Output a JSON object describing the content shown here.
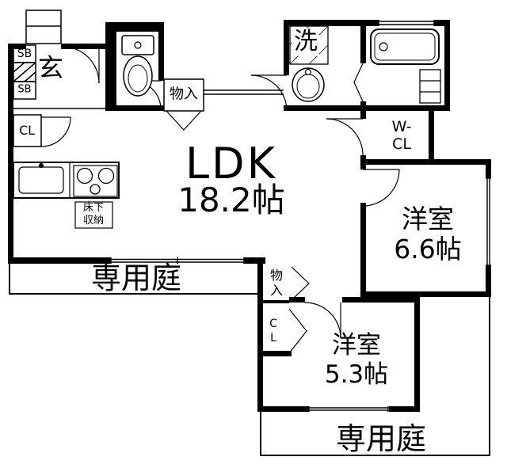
{
  "floorplan": {
    "entrance": {
      "room_label": "玄",
      "shoe_box_upper": "SB",
      "shoe_box_lower": "SB",
      "closet_label": "CL"
    },
    "hall_storage_label": "物入",
    "laundry_label": "洗",
    "ldk": {
      "name": "LDK",
      "size": "18.2帖"
    },
    "walk_in_closet": {
      "line1": "W-",
      "line2": "CL"
    },
    "bedroom_main": {
      "name": "洋室",
      "size": "6.6帖"
    },
    "bedroom_second": {
      "name": "洋室",
      "size": "5.3帖"
    },
    "mid_storage": {
      "char1": "物",
      "char2": "入"
    },
    "mid_closet": {
      "char1": "C",
      "char2": "L"
    },
    "garden_left_label": "専用庭",
    "garden_right_label": "専用庭",
    "underfloor_storage": {
      "line1": "床下",
      "line2": "収納"
    },
    "colors": {
      "ink": "#000000",
      "paper": "#ffffff"
    }
  }
}
